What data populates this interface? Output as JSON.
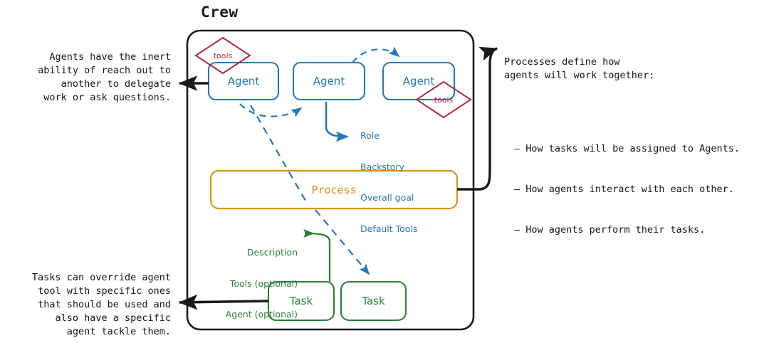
{
  "title": "Crew",
  "colors": {
    "frame": "#1a1a1a",
    "agent": "#2878b5",
    "task": "#2f7d3a",
    "process": "#d79420",
    "tools": "#a92f3d",
    "text": "#151515",
    "background": "#ffffff"
  },
  "agents": [
    {
      "label": "Agent",
      "tools_badge": "tools"
    },
    {
      "label": "Agent",
      "tools_badge": null
    },
    {
      "label": "Agent",
      "tools_badge": "tools"
    }
  ],
  "agent_attributes": [
    "Role",
    "Backstory",
    "Overall goal",
    "Default Tools"
  ],
  "process": {
    "label": "Process"
  },
  "tasks": [
    {
      "label": "Task"
    },
    {
      "label": "Task"
    }
  ],
  "task_attributes": [
    "Description",
    "Tools (optional)",
    "Agent (optional)"
  ],
  "notes": {
    "left_top": "Agents have the inert\nability of reach out to\nanother to delegate\nwork or ask questions.",
    "left_bottom": "Tasks can override agent\ntool with specific ones\nthat should be used and\nalso have a specific\nagent tackle them.",
    "right_heading": "Processes define how\nagents will work together:",
    "right_bullets": [
      "– How tasks will be assigned to Agents.",
      "– How agents interact with each other.",
      "– How agents perform their tasks."
    ]
  }
}
